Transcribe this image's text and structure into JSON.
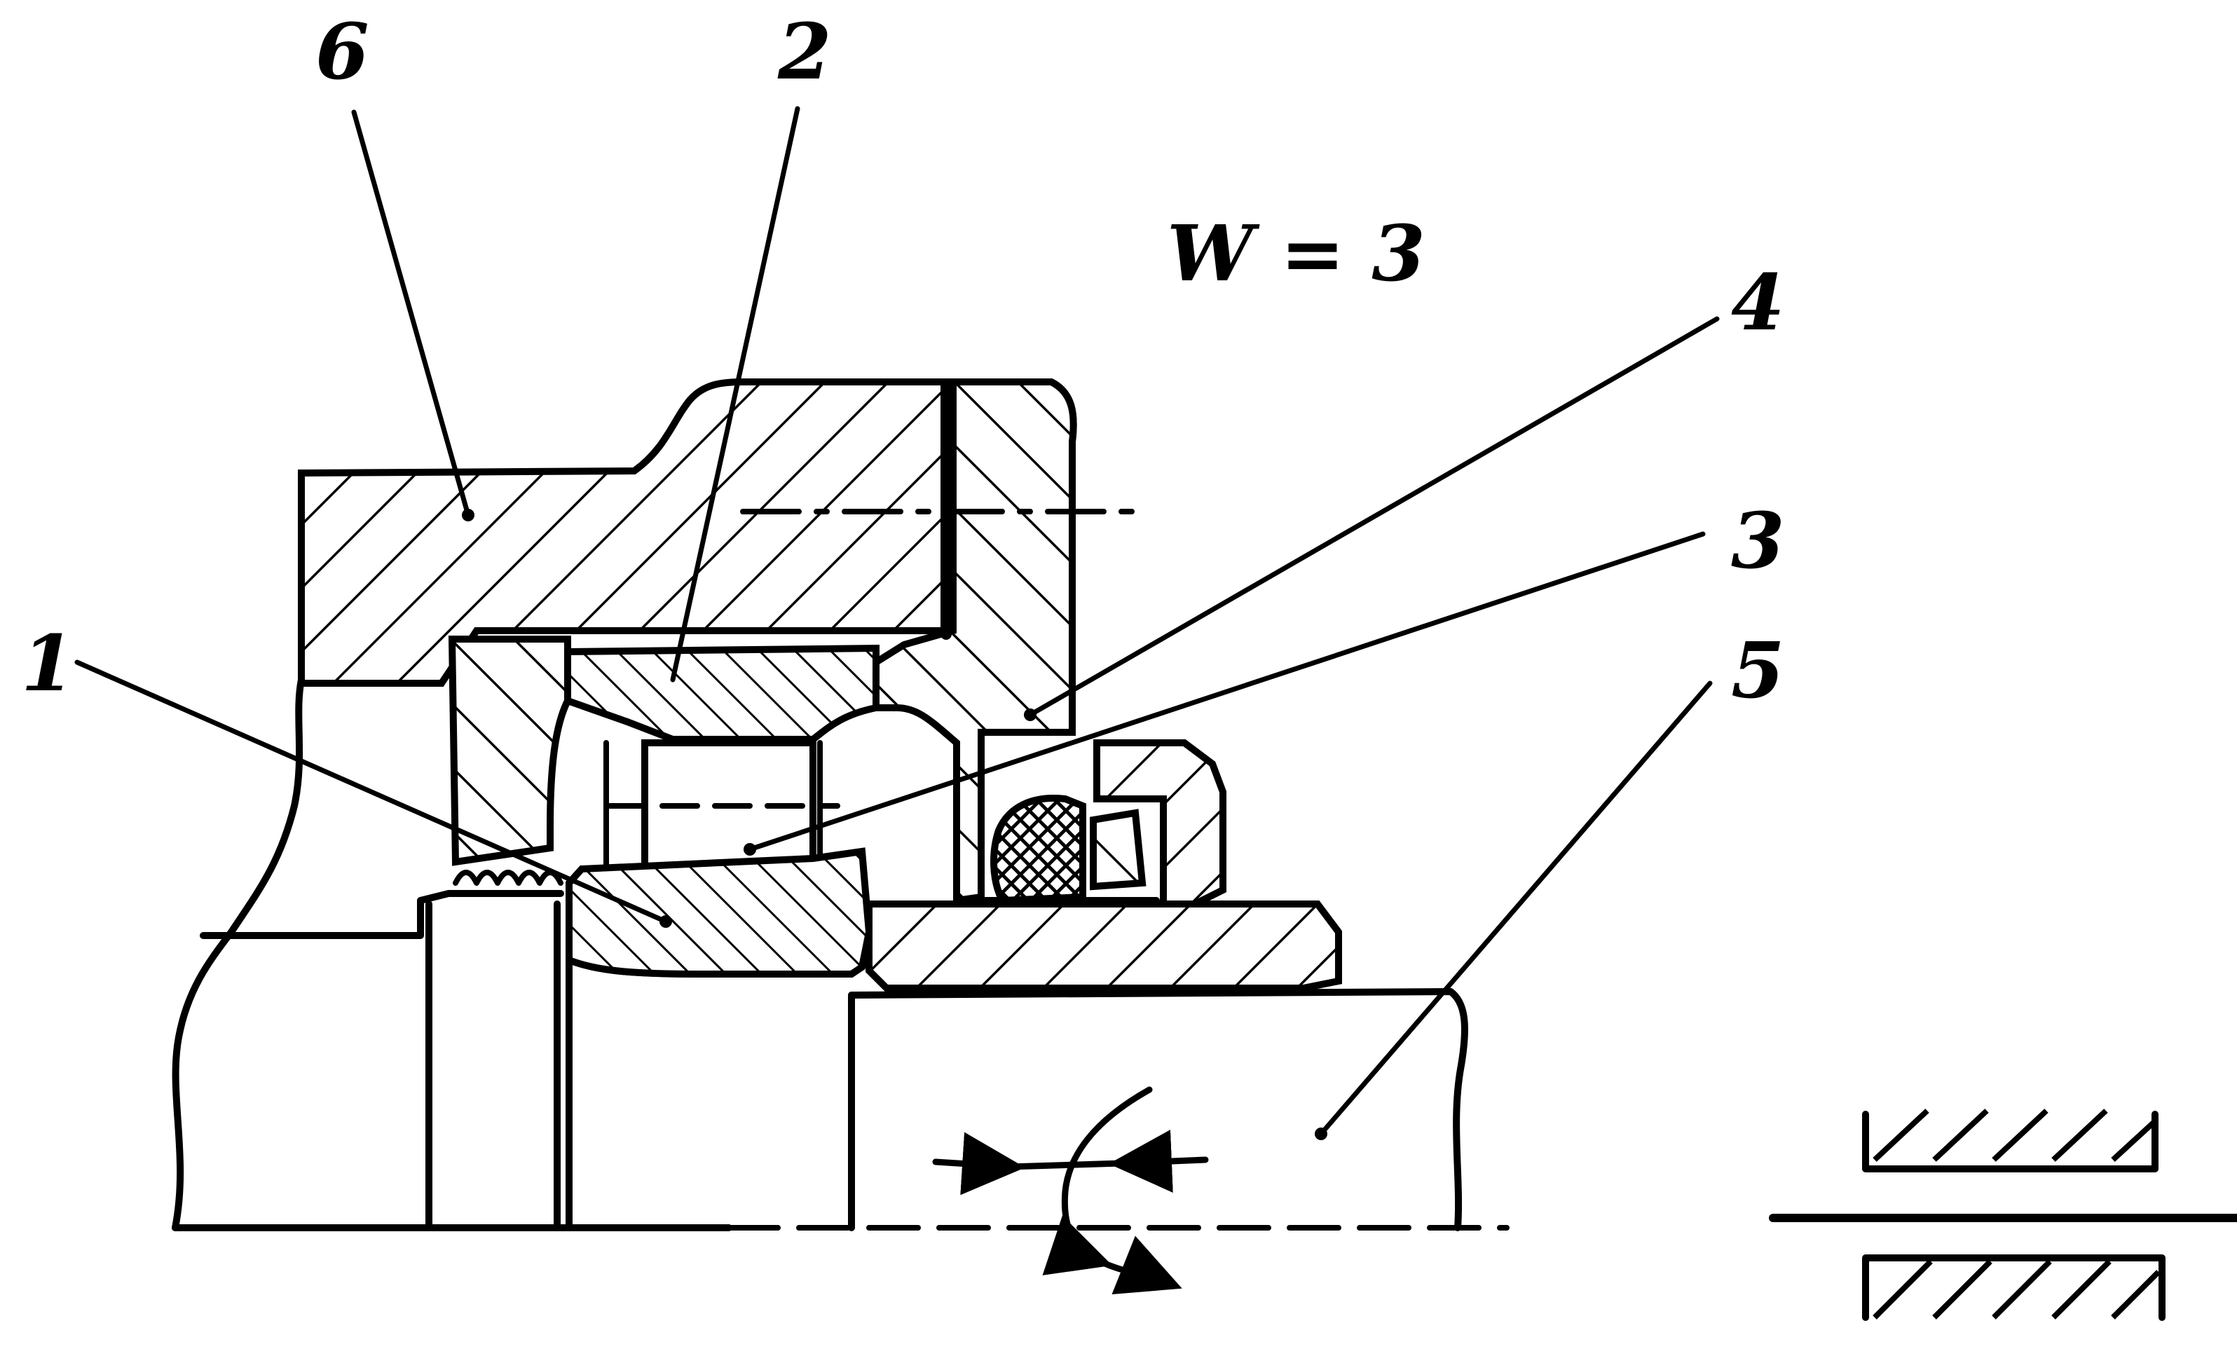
{
  "diagram": {
    "formula": "W = 3",
    "callouts": [
      {
        "id": "6",
        "text": "6"
      },
      {
        "id": "2",
        "text": "2"
      },
      {
        "id": "1",
        "text": "1"
      },
      {
        "id": "4",
        "text": "4"
      },
      {
        "id": "3",
        "text": "3"
      },
      {
        "id": "5",
        "text": "5"
      }
    ]
  },
  "colors": {
    "ink": "#000000",
    "paper": "#ffffff"
  }
}
